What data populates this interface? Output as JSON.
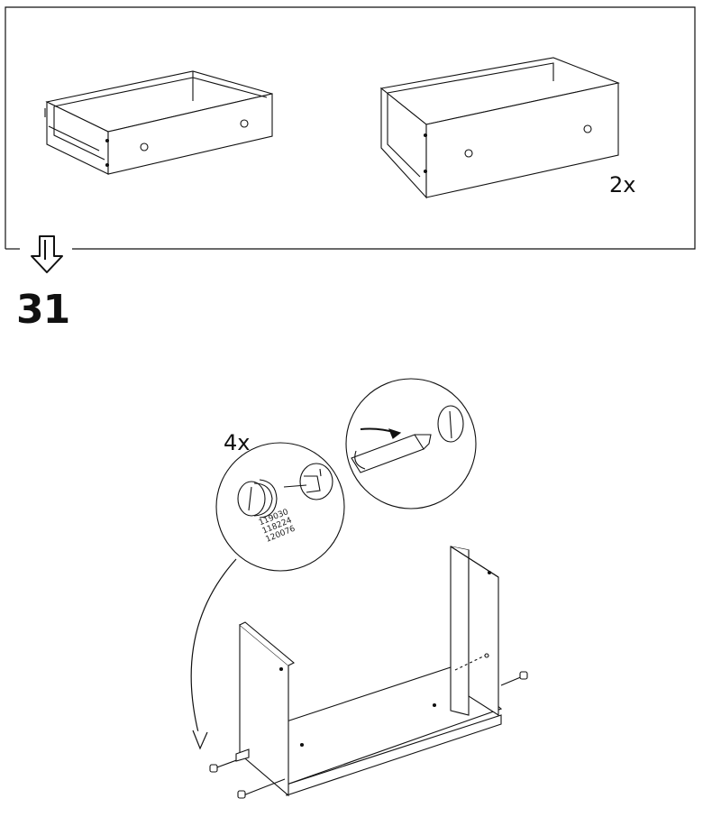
{
  "previous_step": {
    "quantity_label": "2x"
  },
  "step": {
    "number": "31",
    "detail_quantity": "4x",
    "part_numbers": [
      "119030",
      "118224",
      "120076"
    ]
  }
}
